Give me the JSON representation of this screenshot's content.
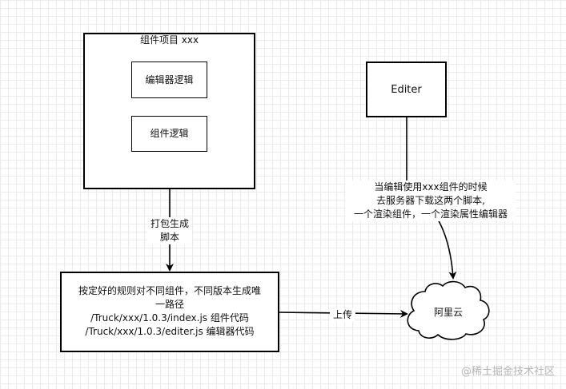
{
  "project_box": {
    "title": "组件项目 xxx",
    "editor_logic": "编辑器逻辑",
    "component_logic": "组件逻辑"
  },
  "editer_box": {
    "label": "Editer"
  },
  "edge_pack": {
    "line1": "打包生成",
    "line2": "脚本"
  },
  "rule_box": {
    "line1": "按定好的规则对不同组件，不同版本生成唯",
    "line2": "一路径",
    "line3": "/Truck/xxx/1.0.3/index.js 组件代码",
    "line4": "/Truck/xxx/1.0.3/editer.js 编辑器代码"
  },
  "edge_upload": {
    "label": "上传"
  },
  "edge_download": {
    "line1": "当编辑使用xxx组件的时候",
    "line2": "去服务器下载这两个脚本,",
    "line3": "一个渲染组件，一个渲染属性编辑器"
  },
  "cloud": {
    "label": "阿里云"
  },
  "watermark": "@稀土掘金技术社区",
  "colors": {
    "stroke": "#000000",
    "grid": "#ebebeb",
    "watermark": "#b5b5b5"
  }
}
